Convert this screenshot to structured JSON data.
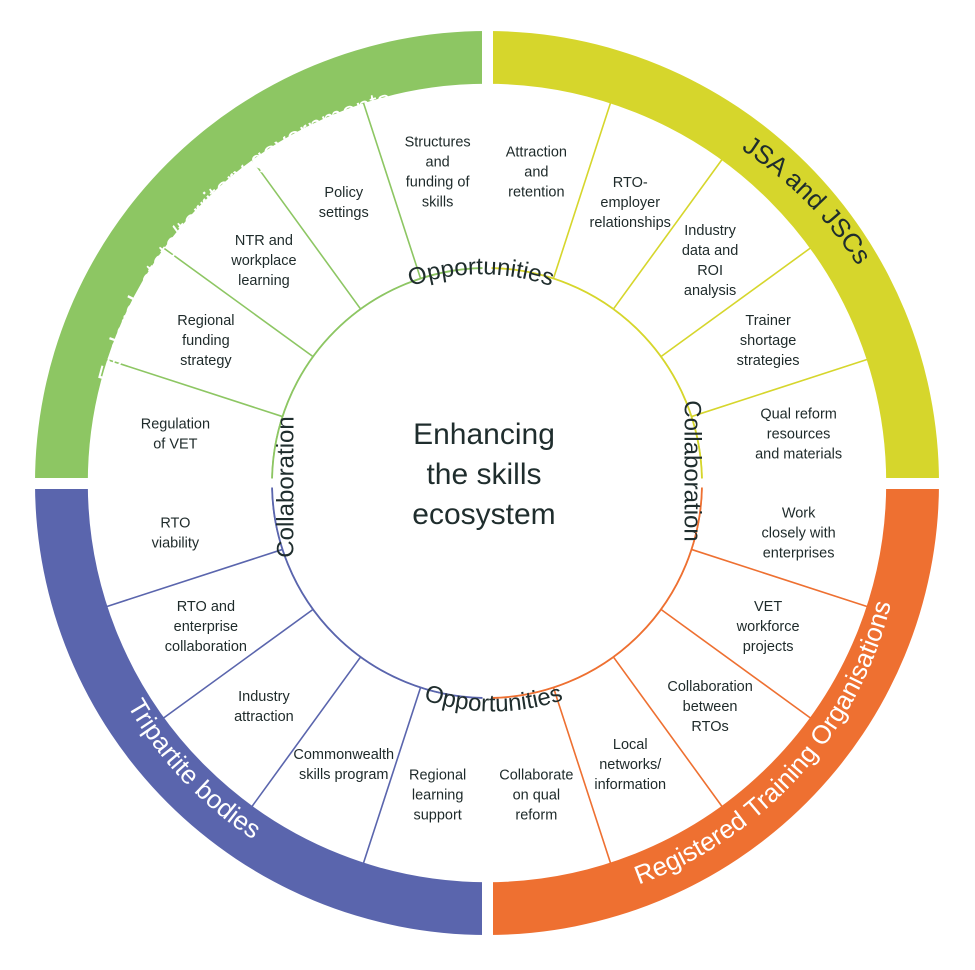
{
  "center": {
    "lines": [
      "Enhancing",
      "the skills",
      "ecosystem"
    ]
  },
  "ring_words": {
    "top": "Opportunities",
    "bottom": "Opportunities",
    "left": "Collaboration",
    "right": "Collaboration"
  },
  "quadrants": [
    {
      "key": "tl",
      "title": "Federal, state/territory governments",
      "color": "#8dc663",
      "items": [
        {
          "lines": [
            "Regulation",
            "of VET"
          ]
        },
        {
          "lines": [
            "Regional",
            "funding",
            "strategy"
          ]
        },
        {
          "lines": [
            "NTR and",
            "workplace",
            "learning"
          ]
        },
        {
          "lines": [
            "Policy",
            "settings"
          ]
        },
        {
          "lines": [
            "Structures",
            "and",
            "funding of",
            "skills"
          ]
        }
      ]
    },
    {
      "key": "tr",
      "title": "JSA and JSCs",
      "color": "#d6d62c",
      "items": [
        {
          "lines": [
            "Attraction",
            "and",
            "retention"
          ]
        },
        {
          "lines": [
            "RTO-",
            "employer",
            "relationships"
          ]
        },
        {
          "lines": [
            "Industry",
            "data and",
            "ROI",
            "analysis"
          ]
        },
        {
          "lines": [
            "Trainer",
            "shortage",
            "strategies"
          ]
        },
        {
          "lines": [
            "Qual reform",
            "resources",
            "and materials"
          ]
        }
      ]
    },
    {
      "key": "br",
      "title": "Registered Training Organisations",
      "color": "#ee7031",
      "items": [
        {
          "lines": [
            "Work",
            "closely with",
            "enterprises"
          ]
        },
        {
          "lines": [
            "VET",
            "workforce",
            "projects"
          ]
        },
        {
          "lines": [
            "Collaboration",
            "between",
            "RTOs"
          ]
        },
        {
          "lines": [
            "Local",
            "networks/",
            "information"
          ]
        },
        {
          "lines": [
            "Collaborate",
            "on qual",
            "reform"
          ]
        }
      ]
    },
    {
      "key": "bl",
      "title": "Tripartite bodies",
      "color": "#5a65ad",
      "items": [
        {
          "lines": [
            "RTO",
            "viability"
          ]
        },
        {
          "lines": [
            "RTO and",
            "enterprise",
            "collaboration"
          ]
        },
        {
          "lines": [
            "Industry",
            "attraction"
          ]
        },
        {
          "lines": [
            "Commonwealth",
            "skills program"
          ]
        },
        {
          "lines": [
            "Regional",
            "learning",
            "support"
          ]
        }
      ]
    }
  ]
}
